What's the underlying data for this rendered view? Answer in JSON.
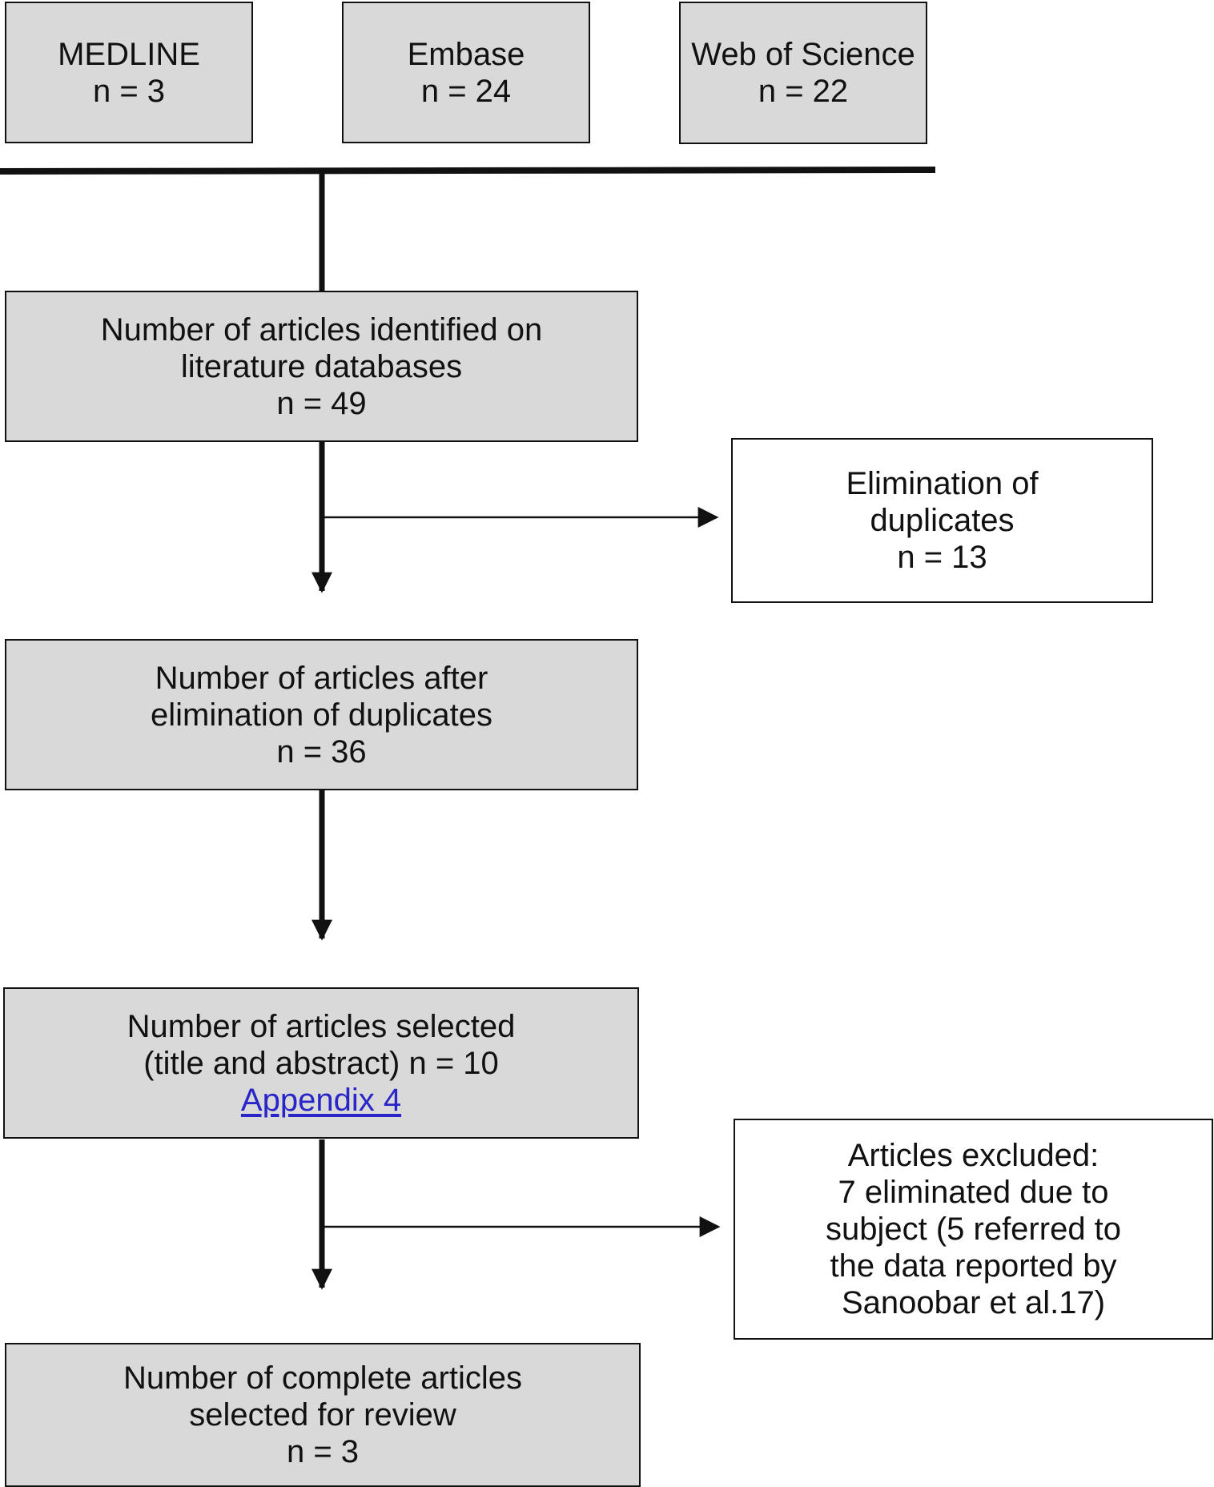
{
  "colors": {
    "box_fill": "#d9d9d9",
    "line": "#111111",
    "link": "#2a25c8"
  },
  "sources": [
    {
      "name": "MEDLINE",
      "count": "n = 3"
    },
    {
      "name": "Embase",
      "count": "n = 24"
    },
    {
      "name": "Web of Science",
      "count": "n = 22"
    }
  ],
  "identified": {
    "line1": "Number of articles identified on",
    "line2": "literature databases",
    "count": "n = 49"
  },
  "duplicates": {
    "line1": "Elimination of",
    "line2": "duplicates",
    "count": "n = 13"
  },
  "after_duplicates": {
    "line1": "Number of articles after",
    "line2": "elimination of duplicates",
    "count": "n = 36"
  },
  "selected": {
    "line1": "Number of articles selected",
    "line2": "(title and abstract) n = 10",
    "link": "Appendix 4"
  },
  "excluded": {
    "line1": "Articles excluded:",
    "line2": "7 eliminated due to",
    "line3": "subject (5 referred to",
    "line4": "the data reported by",
    "line5": "Sanoobar et al.17)"
  },
  "final": {
    "line1": "Number of complete articles",
    "line2": "selected for review",
    "count": "n = 3"
  }
}
